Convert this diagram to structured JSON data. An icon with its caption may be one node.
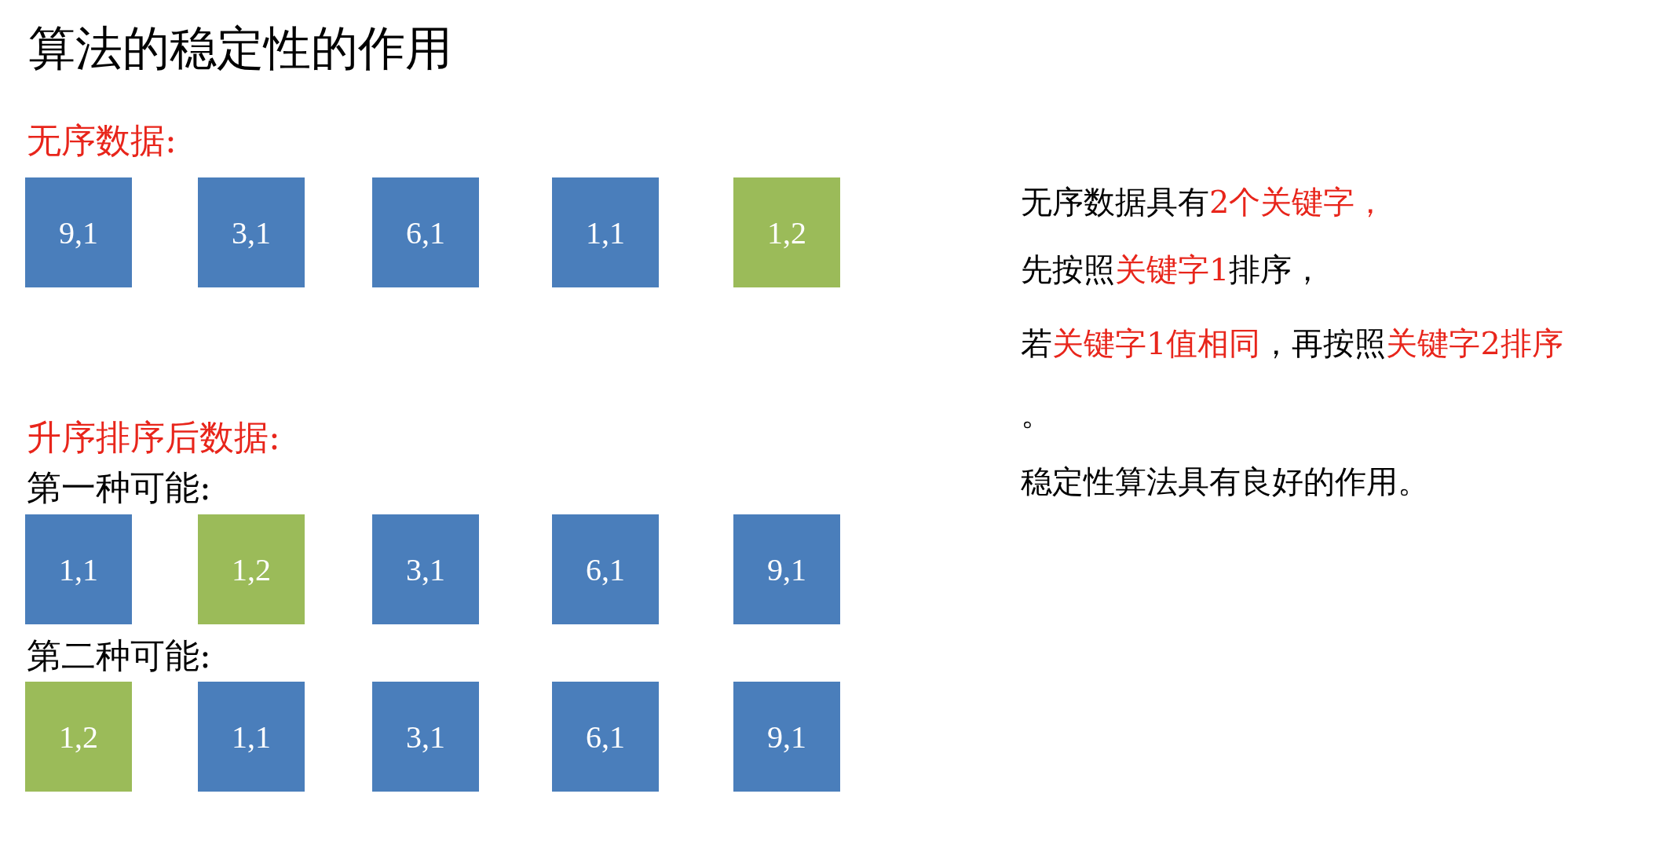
{
  "diagram": {
    "title": "算法的稳定性的作用",
    "nodes": [
      {
        "text": [
          "9,1"
        ]
      },
      {
        "text": [
          "3,1"
        ]
      },
      {
        "text": [
          "6,1"
        ]
      },
      {
        "text": [
          "1,1"
        ]
      },
      {
        "text": [
          "1,2"
        ]
      },
      {
        "text": [
          "1,1"
        ]
      },
      {
        "text": [
          "1,2"
        ]
      },
      {
        "text": [
          "3,1"
        ]
      },
      {
        "text": [
          "6,1"
        ]
      },
      {
        "text": [
          "9,1"
        ]
      },
      {
        "text": [
          "1,2"
        ]
      },
      {
        "text": [
          "1,1"
        ]
      },
      {
        "text": [
          "3,1"
        ]
      },
      {
        "text": [
          "6,1"
        ]
      },
      {
        "text": [
          "9,1"
        ]
      }
    ],
    "labels": [
      "无序数据:",
      "升序排序后数据:",
      "第一种可能:",
      "第二种可能:",
      "无序数据具有",
      "2个关键字，",
      "先按照",
      "关键字1",
      "排序，",
      "若",
      "关键字1值相同",
      "，再按照",
      "关键字2排序",
      "。",
      "稳定性算法具有良好的作用。"
    ]
  }
}
